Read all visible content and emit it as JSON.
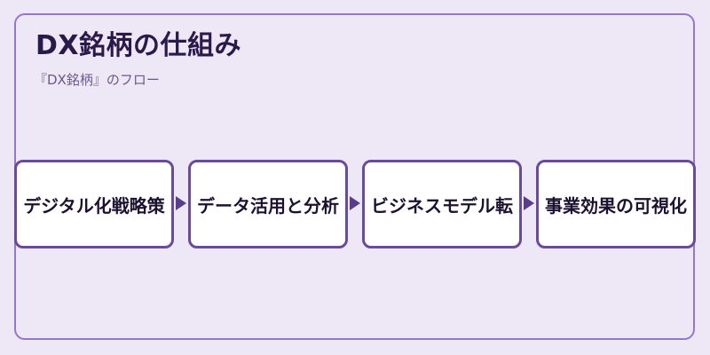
{
  "title": "DX銘柄の仕組み",
  "subtitle": "『DX銘柄』のフロー",
  "steps": [
    {
      "label": "デジタル化戦略策"
    },
    {
      "label": "データ活用と分析"
    },
    {
      "label": "ビジネスモデル転"
    },
    {
      "label": "事業効果の可視化"
    }
  ],
  "colors": {
    "background": "#ede7f6",
    "frame": "#9575cd",
    "box_border": "#6a4a9c",
    "arrow": "#5a3c8c",
    "title": "#2a1a4a"
  }
}
